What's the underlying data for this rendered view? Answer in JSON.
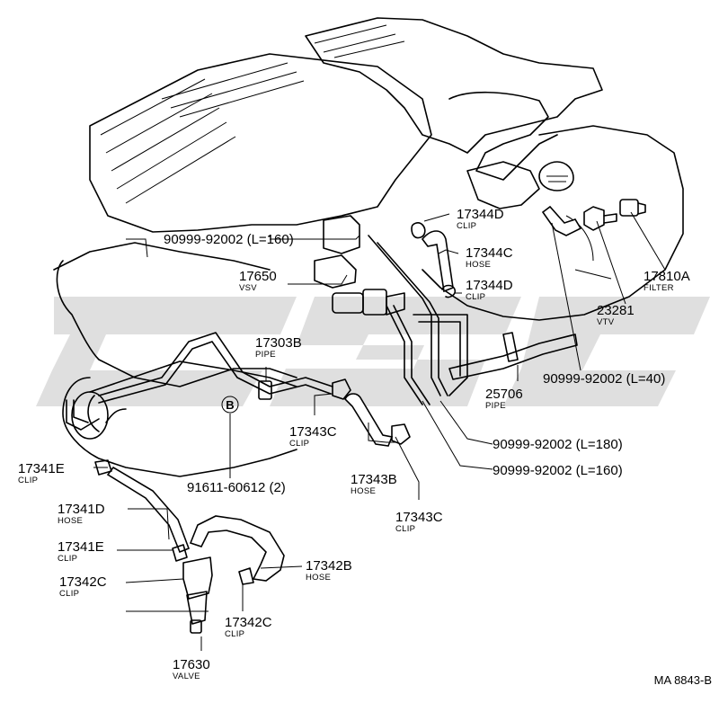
{
  "drawing_code": "MA 8843-B",
  "callouts": [
    {
      "id": "hose-90999-92002-l160-top",
      "part": "90999-92002 (L=160)",
      "name": ""
    },
    {
      "id": "clip-17344d-top",
      "part": "17344D",
      "name": "CLIP"
    },
    {
      "id": "hose-17344c",
      "part": "17344C",
      "name": "HOSE"
    },
    {
      "id": "vsv-17650",
      "part": "17650",
      "name": "VSV"
    },
    {
      "id": "clip-17344d-mid",
      "part": "17344D",
      "name": "CLIP"
    },
    {
      "id": "filter-17810a",
      "part": "17810A",
      "name": "FILTER"
    },
    {
      "id": "vtv-23281",
      "part": "23281",
      "name": "VTV"
    },
    {
      "id": "pipe-17303b",
      "part": "17303B",
      "name": "PIPE"
    },
    {
      "id": "hose-90999-92002-l40",
      "part": "90999-92002 (L=40)",
      "name": ""
    },
    {
      "id": "pipe-25706",
      "part": "25706",
      "name": "PIPE"
    },
    {
      "id": "clip-17343c-left",
      "part": "17343C",
      "name": "CLIP"
    },
    {
      "id": "hose-90999-92002-l180",
      "part": "90999-92002 (L=180)",
      "name": ""
    },
    {
      "id": "clip-17341e-top",
      "part": "17341E",
      "name": "CLIP"
    },
    {
      "id": "hose-90999-92002-l160-bottom",
      "part": "90999-92002 (L=160)",
      "name": ""
    },
    {
      "id": "part-91611-60612",
      "part": "91611-60612 (2)",
      "name": ""
    },
    {
      "id": "hose-17343b",
      "part": "17343B",
      "name": "HOSE"
    },
    {
      "id": "hose-17341d",
      "part": "17341D",
      "name": "HOSE"
    },
    {
      "id": "clip-17343c-bottom",
      "part": "17343C",
      "name": "CLIP"
    },
    {
      "id": "clip-17341e-bottom",
      "part": "17341E",
      "name": "CLIP"
    },
    {
      "id": "hose-17342b",
      "part": "17342B",
      "name": "HOSE"
    },
    {
      "id": "clip-17342c-left",
      "part": "17342C",
      "name": "CLIP"
    },
    {
      "id": "clip-17342c-right",
      "part": "17342C",
      "name": "CLIP"
    },
    {
      "id": "valve-17630",
      "part": "17630",
      "name": "VALVE"
    }
  ],
  "ref_marker": "B"
}
